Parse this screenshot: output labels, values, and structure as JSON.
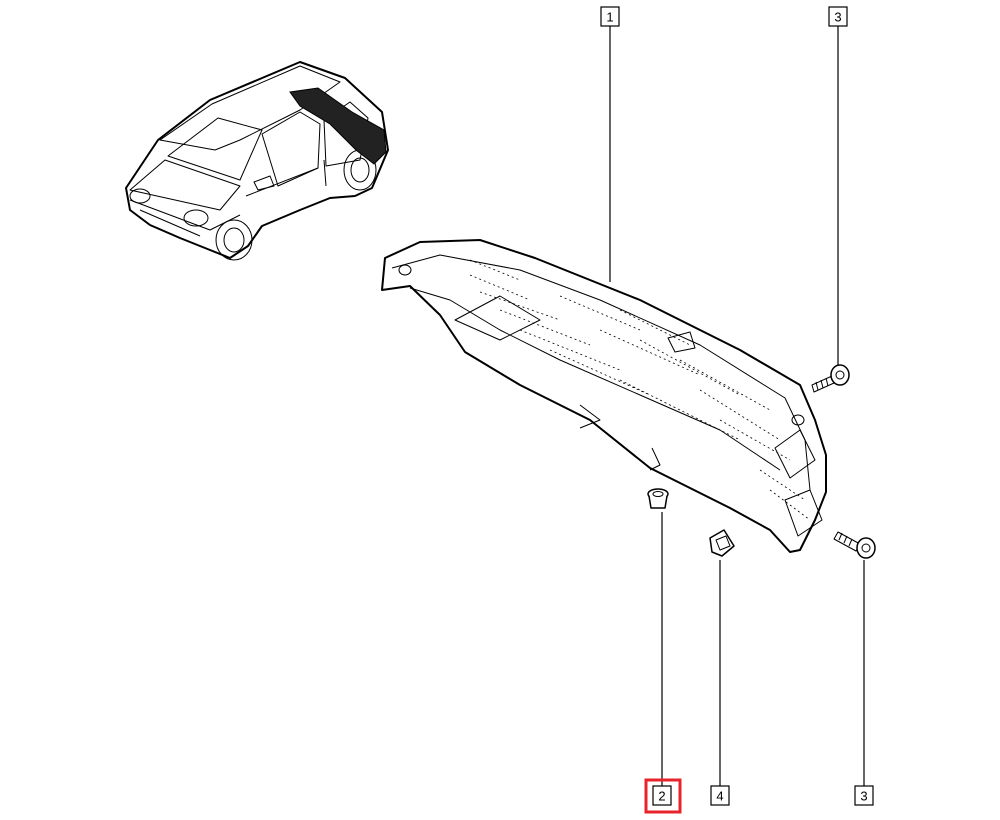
{
  "callouts": [
    {
      "id": "1",
      "label": "1"
    },
    {
      "id": "3a",
      "label": "3"
    },
    {
      "id": "2",
      "label": "2",
      "highlighted": true
    },
    {
      "id": "4",
      "label": "4"
    },
    {
      "id": "3b",
      "label": "3"
    }
  ],
  "colors": {
    "highlight": "#e8232b",
    "line": "#000000",
    "background": "#ffffff"
  }
}
